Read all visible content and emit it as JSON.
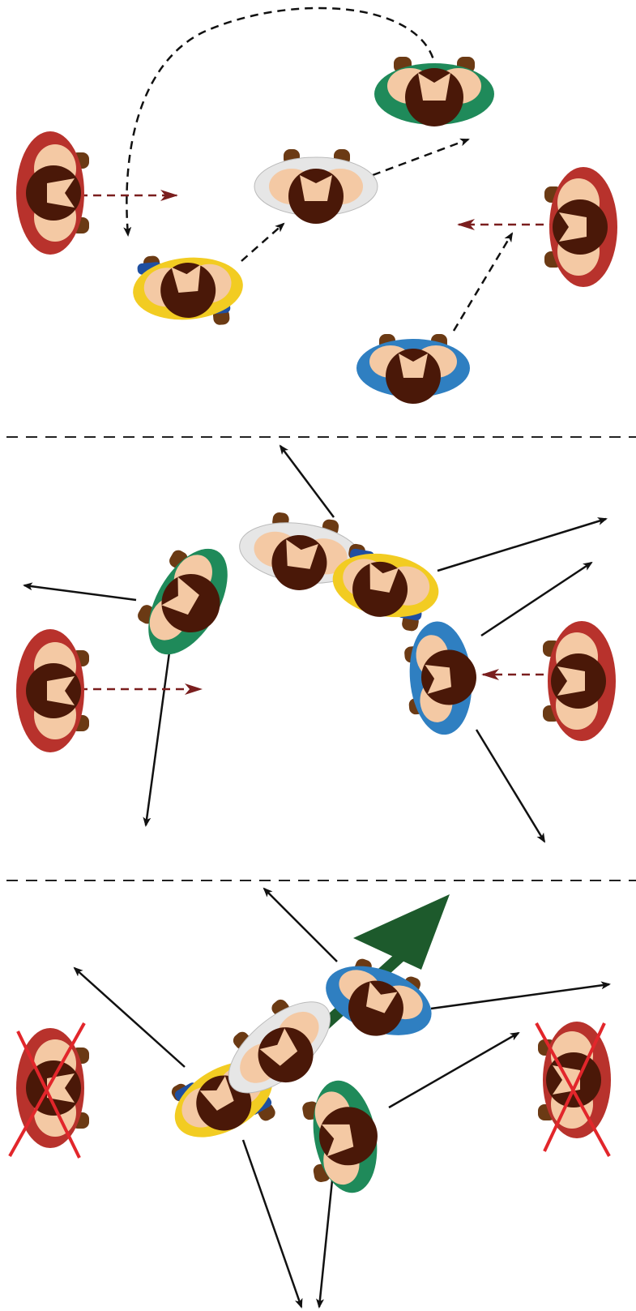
{
  "colors": {
    "red_defender": "#b8322c",
    "green_player": "#1f8a5a",
    "white_player": "#e6e6e6",
    "yellow_player": "#f2cc22",
    "blue_player": "#2f7fc1",
    "hair": "#4a1808",
    "skin": "#f4c9a4",
    "hands": "#6b3a14",
    "pass_arrow": "#111111",
    "defender_arrow": "#7a1e1e",
    "big_arrow": "#1d5a2c",
    "cross": "#e2262b"
  },
  "panels": [
    {
      "id": "panel-1",
      "description_key": "rotation"
    },
    {
      "id": "panel-2",
      "description_key": "spread"
    },
    {
      "id": "panel-3",
      "description_key": "break"
    }
  ],
  "players": {
    "panel1": [
      {
        "name": "red-defender-left",
        "color": "red_defender"
      },
      {
        "name": "yellow-player",
        "color": "yellow_player"
      },
      {
        "name": "white-player",
        "color": "white_player"
      },
      {
        "name": "green-player",
        "color": "green_player"
      },
      {
        "name": "blue-player",
        "color": "blue_player"
      },
      {
        "name": "red-defender-right",
        "color": "red_defender"
      }
    ],
    "panel2": [
      {
        "name": "red-defender-left",
        "color": "red_defender"
      },
      {
        "name": "green-player",
        "color": "green_player"
      },
      {
        "name": "white-player",
        "color": "white_player"
      },
      {
        "name": "yellow-player",
        "color": "yellow_player"
      },
      {
        "name": "blue-player",
        "color": "blue_player"
      },
      {
        "name": "red-defender-right",
        "color": "red_defender"
      }
    ],
    "panel3": [
      {
        "name": "red-defender-left-eliminated",
        "color": "red_defender"
      },
      {
        "name": "yellow-player",
        "color": "yellow_player"
      },
      {
        "name": "white-player",
        "color": "white_player"
      },
      {
        "name": "blue-player",
        "color": "blue_player"
      },
      {
        "name": "green-player",
        "color": "green_player"
      },
      {
        "name": "red-defender-right-eliminated",
        "color": "red_defender"
      }
    ]
  }
}
